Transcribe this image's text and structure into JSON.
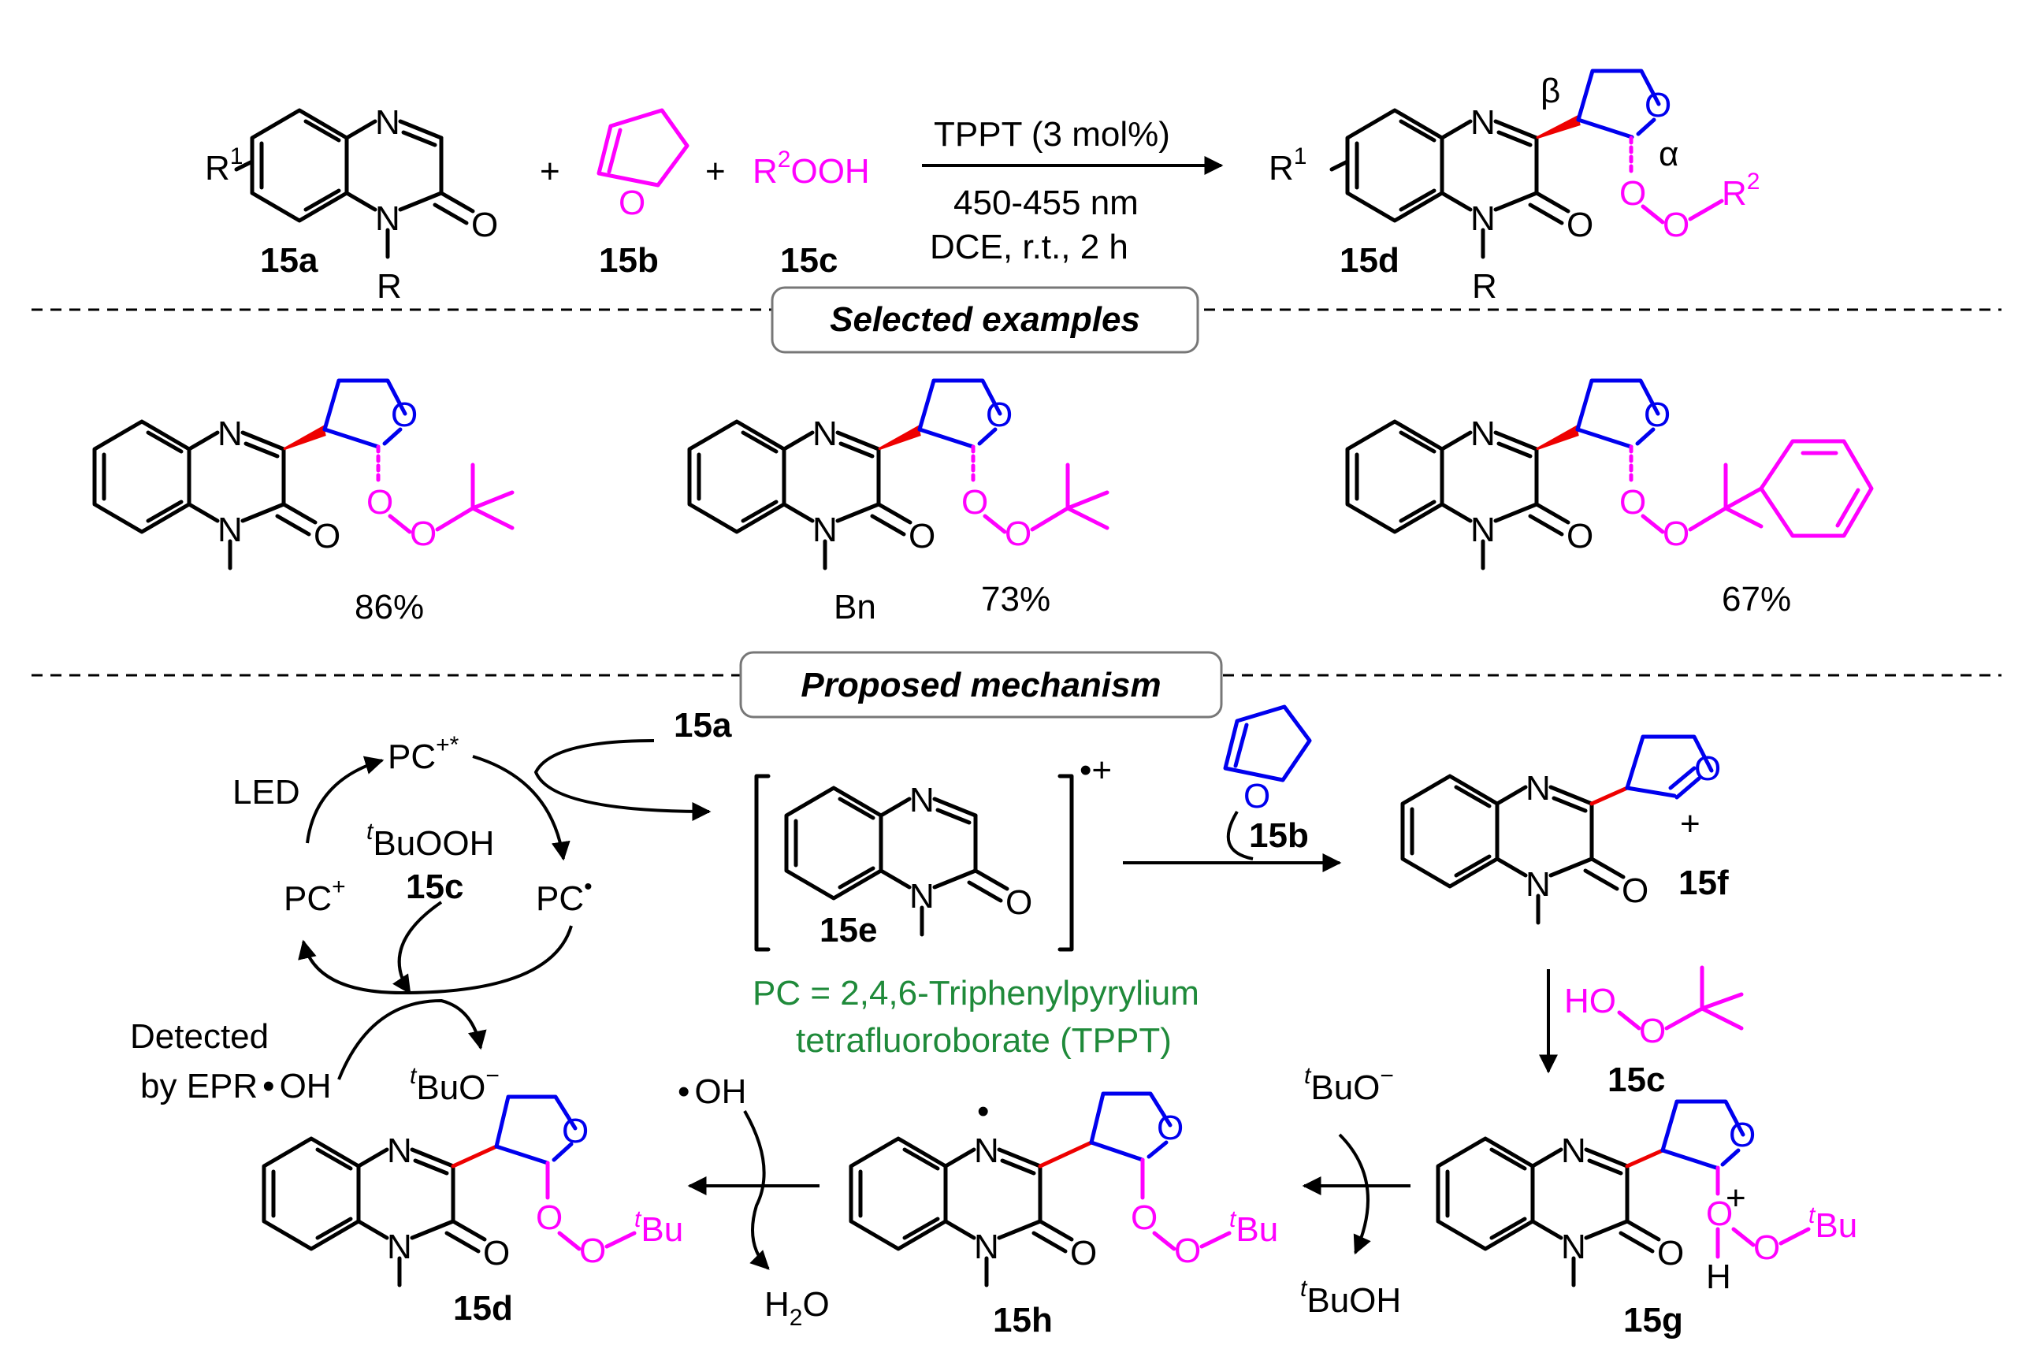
{
  "reaction": {
    "reagent_15a": "15a",
    "reagent_15b": "15b",
    "reagent_15c": "15c",
    "product_15d": "15d",
    "r1_label": "R",
    "r1_sup": "1",
    "r_label": "R",
    "r2_label": "R",
    "r2_sup": "2",
    "r2_ooh": "OOH",
    "plus": "+",
    "condition_catalyst": "TPPT (3 mol%)",
    "condition_light": "450-455 nm",
    "condition_solvent": "DCE, r.t., 2 h",
    "beta": "β",
    "alpha": "α",
    "atom_N": "N",
    "atom_O": "O"
  },
  "sections": {
    "selected_examples": "Selected examples",
    "proposed_mechanism": "Proposed mechanism"
  },
  "examples": [
    {
      "yield": "86%",
      "substituent": ""
    },
    {
      "yield": "73%",
      "substituent": "Bn"
    },
    {
      "yield": "67%",
      "substituent": ""
    }
  ],
  "mechanism": {
    "pc_excited": "PC",
    "pc_excited_sup": "+*",
    "led": "LED",
    "pc_cation": "PC",
    "pc_cation_sup": "+",
    "pc_radical": "PC",
    "pc_radical_sup": "•",
    "tbuooh_t": "t",
    "tbuooh": "BuOOH",
    "label_15c": "15c",
    "label_15a": "15a",
    "label_15b": "15b",
    "label_15e": "15e",
    "label_15f": "15f",
    "label_15g": "15g",
    "label_15h": "15h",
    "label_15d": "15d",
    "radical_cation": "•+",
    "detected_line1": "Detected",
    "detected_line2": "by EPR",
    "oh": "OH",
    "radical_dot": "•",
    "tbuo_t": "t",
    "tbuo": "BuO",
    "tbuo_minus": "−",
    "tbuoh": "BuOH",
    "h2o_h": "H",
    "h2o_2": "2",
    "h2o_o": "O",
    "tbu": "Bu",
    "ho": "HO",
    "h": "H",
    "plus": "+",
    "pc_definition_line1": "PC = 2,4,6-Triphenylpyrylium",
    "pc_definition_line2": "tetrafluoroborate (TPPT)"
  },
  "colors": {
    "ring": "#0000ee",
    "peroxide": "#ff00ff",
    "new_bond": "#ee0000",
    "catalyst_text": "#1f8a3a"
  }
}
